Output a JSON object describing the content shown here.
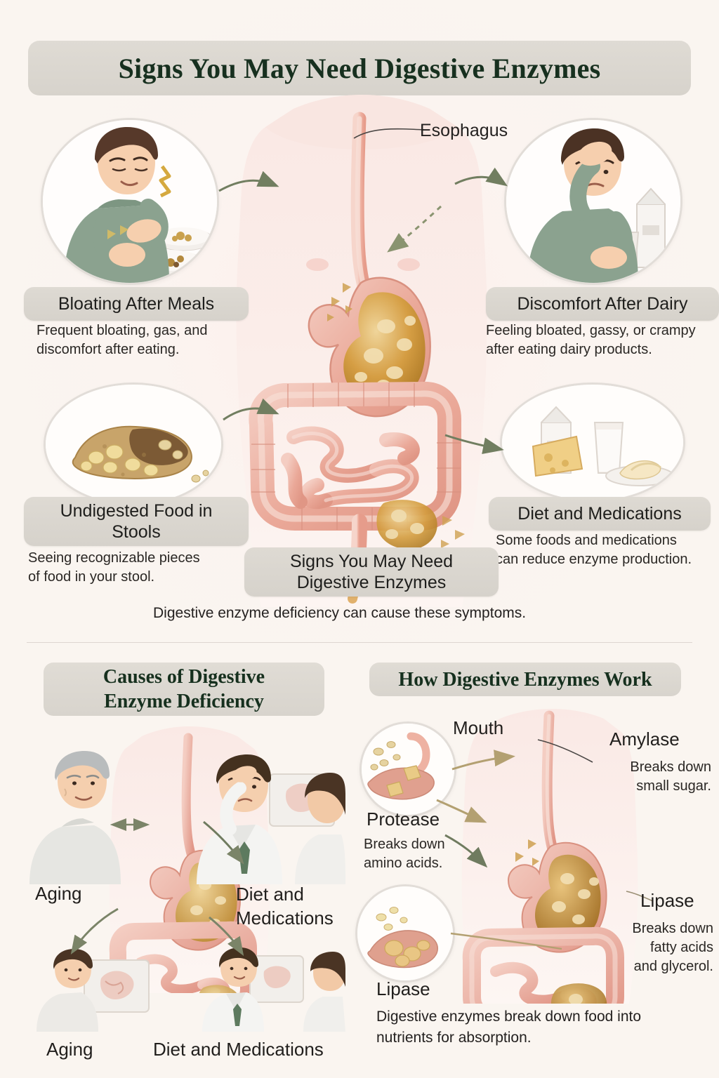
{
  "header": {
    "title": "Signs You May Need Digestive Enzymes"
  },
  "top_section": {
    "anatomy_label": "Esophagus",
    "center_caption": "Signs You May Need\nDigestive Enzymes",
    "center_caption_line1": "Signs You May Need",
    "center_caption_line2": "Digestive Enzymes",
    "footnote": "Digestive enzyme deficiency can cause these symptoms.",
    "cards": [
      {
        "id": "bloating",
        "label": "Bloating After Meals",
        "description_line1": "Frequent bloating, gas, and",
        "description_line2": "discomfort after eating.",
        "illustration": "man-holding-stomach-with-food-bowls"
      },
      {
        "id": "dairy",
        "label": "Discomfort After Dairy",
        "description_line1": "Feeling bloated, gassy, or crampy",
        "description_line2": "after eating dairy products.",
        "illustration": "man-with-headache-and-milk-carton"
      },
      {
        "id": "undigested",
        "label_line1": "Undigested Food in",
        "label_line2": "Stools",
        "label": "Undigested Food in Stools",
        "description_line1": "Seeing recognizable pieces",
        "description_line2": "of food in your stool.",
        "illustration": "undigested-food-sample"
      },
      {
        "id": "diet",
        "label": "Diet and Medications",
        "description_line1": "Some foods and medications",
        "description_line2": "can reduce enzyme production.",
        "illustration": "cheese-milk-and-dairy-products"
      }
    ]
  },
  "bottom_left": {
    "heading_line1": "Causes of Digestive",
    "heading_line2": "Enzyme Deficiency",
    "heading": "Causes of Digestive Enzyme Deficiency",
    "labels": {
      "aging_top": "Aging",
      "diet_top_line1": "Diet and",
      "diet_top_line2": "Medications",
      "aging_bottom": "Aging",
      "diet_bottom": "Diet and Medications"
    },
    "illustrations": {
      "elderly_man": "elderly-man-portrait",
      "doctor_patient": "doctor-and-patient-consult",
      "aging_thumb": "man-with-brain-scan-thumbnail",
      "diet_thumb": "doctor-with-tablet-thumbnail"
    }
  },
  "bottom_right": {
    "heading": "How Digestive Enzymes Work",
    "mouth_label": "Mouth",
    "enzymes": [
      {
        "name": "Amylase",
        "description_line1": "Breaks down",
        "description_line2": "small sugar.",
        "description": "Breaks down small sugar."
      },
      {
        "name": "Protease",
        "description_line1": "Breaks down",
        "description_line2": "amino acids.",
        "description": "Breaks down amino acids."
      },
      {
        "name": "Lipase",
        "description_line1": "Breaks down",
        "description_line2": "fatty acids",
        "description_line3": "and glycerol.",
        "description": "Breaks down fatty acids and glycerol."
      }
    ],
    "footer_label": "Lipase",
    "footer_line1": "Digestive enzymes break down food into",
    "footer_line2": "nutrients for absorption."
  },
  "colors": {
    "background": "#faf4f0",
    "pill": "#d9d5ce",
    "title_text": "#17301f",
    "body_text": "#242120",
    "organ_pink": "#e8a99a",
    "organ_light": "#f2c7bc",
    "stomach_contents": "#c98a33",
    "arrow_green": "#6f7b5f",
    "arrow_tan": "#b8a878"
  }
}
